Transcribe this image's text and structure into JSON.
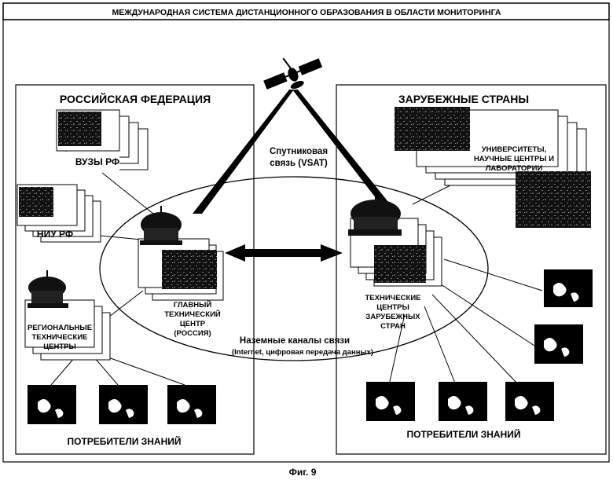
{
  "title": "МЕЖДУНАРОДНАЯ СИСТЕМА ДИСТАНЦИОННОГО ОБРАЗОВАНИЯ В ОБЛАСТИ МОНИТОРИНГА",
  "left_panel": {
    "heading": "РОССИЙСКАЯ ФЕДЕРАЦИЯ",
    "universities": "ВУЗЫ РФ",
    "research_institutes": "НИУ  РФ",
    "regional_centers": [
      "РЕГИОНАЛЬНЫЕ",
      "ТЕХНИЧЕСКИЕ",
      "ЦЕНТРЫ"
    ],
    "main_center": [
      "ГЛАВНЫЙ",
      "ТЕХНИЧЕСКИЙ",
      "ЦЕНТР",
      "(РОССИЯ)"
    ],
    "consumers": "ПОТРЕБИТЕЛИ   ЗНАНИЙ"
  },
  "right_panel": {
    "heading": "ЗАРУБЕЖНЫЕ СТРАНЫ",
    "universities": [
      "УНИВЕРСИТЕТЫ,",
      "НАУЧНЫЕ ЦЕНТРЫ И",
      "ЛАБОРАТОРИИ"
    ],
    "foreign_centers": [
      "ТЕХНИЧЕСКИЕ",
      "ЦЕНТРЫ",
      "ЗАРУБЕЖНЫХ",
      "СТРАН"
    ],
    "consumers": "ПОТРЕБИТЕЛИ   ЗНАНИЙ"
  },
  "satellite_link": [
    "Спутниковая",
    "связь (VSAT)"
  ],
  "ground_channels": {
    "title": "Наземные каналы связи",
    "subtitle": "(Internet, цифровая передача данных)"
  },
  "caption": "Фиг. 9"
}
